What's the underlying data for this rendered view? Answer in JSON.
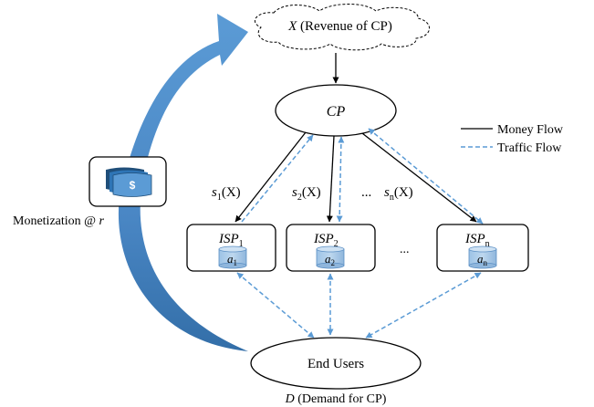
{
  "cloud": {
    "var": "X",
    "text": " (Revenue of CP)"
  },
  "cp": {
    "label": "CP"
  },
  "legend": {
    "money": "Money Flow",
    "traffic": "Traffic Flow"
  },
  "monetization": {
    "label": "Monetization @ ",
    "rate": "r",
    "symbol": "$"
  },
  "prices": {
    "s1": {
      "base": "s",
      "sub": "1",
      "arg": "(X)"
    },
    "s2": {
      "base": "s",
      "sub": "2",
      "arg": "(X)"
    },
    "dots": "...",
    "sn": {
      "base": "s",
      "sub": "n",
      "arg": "(X)"
    }
  },
  "isps": [
    {
      "base": "ISP",
      "sub": "1",
      "cache_base": "a",
      "cache_sub": "1"
    },
    {
      "base": "ISP",
      "sub": "2",
      "cache_base": "a",
      "cache_sub": "2"
    },
    {
      "base": "ISP",
      "sub": "n",
      "cache_base": "a",
      "cache_sub": "n"
    }
  ],
  "isp_dots": "...",
  "end_users": {
    "label": "End Users"
  },
  "demand": {
    "var": "D",
    "text": " (Demand for CP)"
  },
  "colors": {
    "money": "#000000",
    "traffic": "#5b9bd5",
    "arrow_light": "#5b9bd5",
    "arrow_dark": "#2e6da4",
    "cache": "#9dc3e6"
  }
}
